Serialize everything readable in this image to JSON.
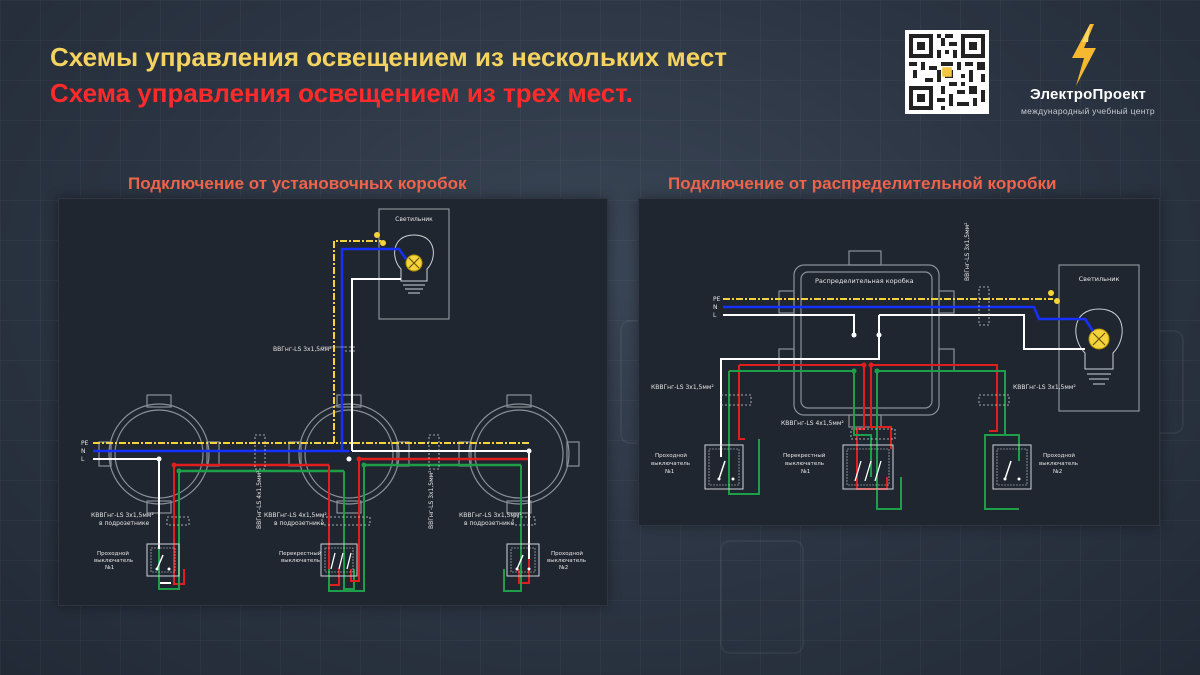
{
  "header": {
    "title_main": "Схемы управления освещением из нескольких мест",
    "title_sub": "Схема управления освещением из трех мест."
  },
  "brand": {
    "name": "ЭлектроПроект",
    "subtitle": "международный учебный центр"
  },
  "left_panel": {
    "title": "Подключение от установочных коробок",
    "lamp_label": "Светильник",
    "cable_vertical": "ВВГнг-LS 3х1,5мм²",
    "cable_left": "КВВГнг-LS 3х1,5мм²",
    "cable_left_note": "в подрозетнике",
    "cable_mid_v1": "ВВГнг-LS 4х1,5мм²",
    "cable_mid_v2": "ВВГнг-LS 3х1,5мм²",
    "cable_mid": "КВВГнг-LS 4х1,5мм²",
    "cable_mid_note": "в подрозетнике",
    "cable_right": "КВВГнг-LS 3х1,5мм²",
    "cable_right_note": "в подрозетнике",
    "wire_pe": "PE",
    "wire_n": "N",
    "wire_l": "L",
    "switch1_line1": "Проходной",
    "switch1_line2": "выключатель",
    "switch1_num": "№1",
    "switch_mid_line1": "Перекрестный",
    "switch_mid_line2": "выключатель",
    "switch2_line1": "Проходной",
    "switch2_line2": "выключатель",
    "switch2_num": "№2"
  },
  "right_panel": {
    "title": "Подключение от распределительной коробки",
    "box_label": "Распределительная коробка",
    "lamp_label": "Светильник",
    "cable_top": "ВВГнг-LS 3х1,5мм²",
    "cable_left": "КВВГнг-LS 3х1,5мм²",
    "cable_mid": "КВВГнг-LS 4х1,5мм²",
    "cable_right": "КВВГнг-LS 3х1,5мм²",
    "wire_pe": "PE",
    "wire_n": "N",
    "wire_l": "L",
    "switch1_line1": "Проходной",
    "switch1_line2": "выключатель",
    "switch1_num": "№1",
    "switch_mid_line1": "Перекрестный",
    "switch_mid_line2": "выключатель",
    "switch_mid_num": "№1",
    "switch2_line1": "Проходной",
    "switch2_line2": "выключатель",
    "switch2_num": "№2"
  },
  "colors": {
    "pe": "#f5d33c",
    "neutral": "#1530ff",
    "line": "#ffffff",
    "red": "#e01e1e",
    "green": "#1f9e4a",
    "title_yellow": "#f4d35e",
    "title_red": "#ff2a2a",
    "section_title": "#f0644b"
  },
  "icons": {
    "qr": "qr-code-icon",
    "brand": "lightning-bolt-icon",
    "lamp": "lamp-icon",
    "switch": "switch-icon"
  }
}
